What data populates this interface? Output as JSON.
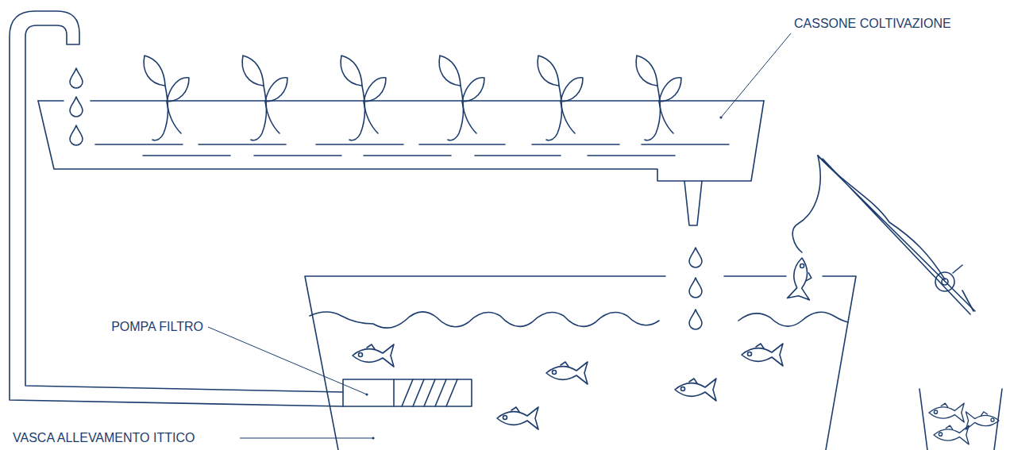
{
  "diagram": {
    "labels": [
      "CASSONE COLTIVAZIONE",
      "POMPA FILTRO",
      "VASCA ALLEVAMENTO ITTICO"
    ]
  }
}
